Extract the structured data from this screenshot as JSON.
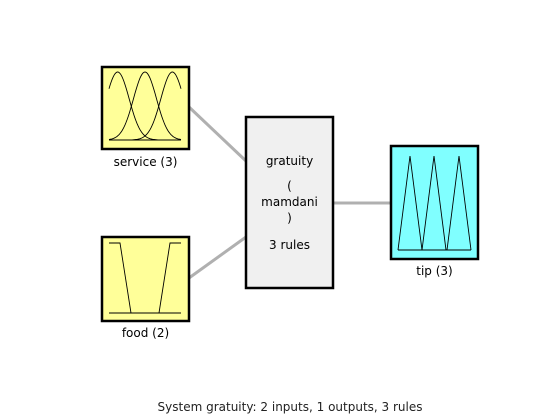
{
  "system": {
    "name_line": "gratuity",
    "open_paren": "(",
    "type_line": "mamdani",
    "close_paren": ")",
    "rules_line": "3 rules",
    "box_color": "#f0f0f0"
  },
  "inputs": [
    {
      "label": "service (3)",
      "mf_count": 3,
      "mf_shape": "gaussian",
      "box_color": "#ffff99"
    },
    {
      "label": "food (2)",
      "mf_count": 2,
      "mf_shape": "trapezoidal",
      "box_color": "#ffff99"
    }
  ],
  "outputs": [
    {
      "label": "tip (3)",
      "mf_count": 3,
      "mf_shape": "triangular",
      "box_color": "#80ffff"
    }
  ],
  "connector_color": "#b0b0b0",
  "caption": "System gratuity: 2 inputs, 1 outputs, 3 rules"
}
